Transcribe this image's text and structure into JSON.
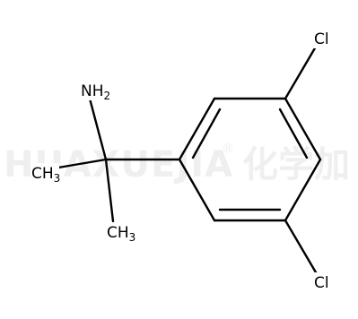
{
  "watermark": {
    "latin": "HUAXUEJIA",
    "registered": "®",
    "chinese": "化学加"
  },
  "atoms": {
    "amine": {
      "main": "NH",
      "sub": "2"
    },
    "methyl_top": {
      "main": "CH",
      "sub": "3"
    },
    "methyl_bottom": {
      "main": "CH",
      "sub": "3"
    },
    "chloro_top": "Cl",
    "chloro_bottom": "Cl"
  }
}
